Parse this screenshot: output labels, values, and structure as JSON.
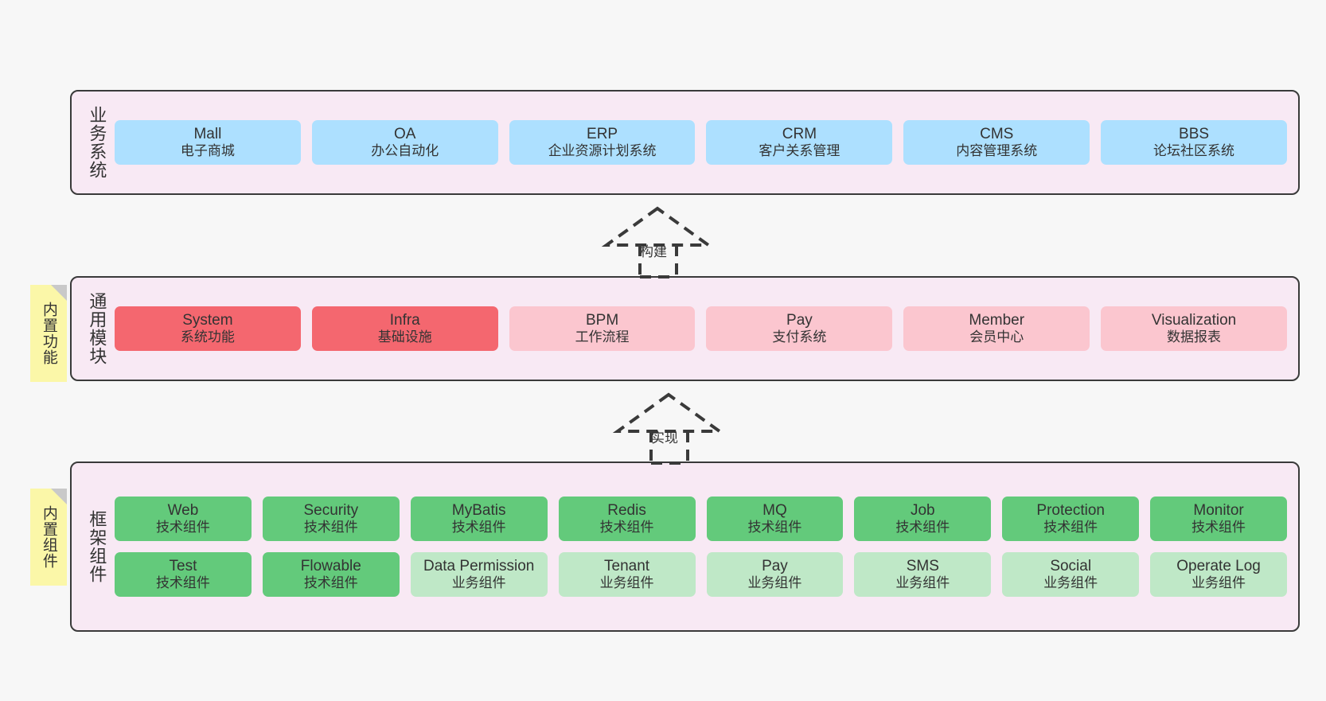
{
  "diagram": {
    "background_color": "#f7f7f7",
    "panel_color": "#f8e9f4",
    "panel_border_color": "#3a3a3a",
    "note_color": "#fbf7a8",
    "note_fold_color": "#c9c9c9"
  },
  "layers": [
    {
      "id": "business-system",
      "title": "业务系统",
      "rows": [
        {
          "cards": [
            {
              "en": "Mall",
              "cn": "电子商城",
              "color": "#ade0ff",
              "style": "blue"
            },
            {
              "en": "OA",
              "cn": "办公自动化",
              "color": "#ade0ff",
              "style": "blue"
            },
            {
              "en": "ERP",
              "cn": "企业资源计划系统",
              "color": "#ade0ff",
              "style": "blue"
            },
            {
              "en": "CRM",
              "cn": "客户关系管理",
              "color": "#ade0ff",
              "style": "blue"
            },
            {
              "en": "CMS",
              "cn": "内容管理系统",
              "color": "#ade0ff",
              "style": "blue"
            },
            {
              "en": "BBS",
              "cn": "论坛社区系统",
              "color": "#ade0ff",
              "style": "blue"
            }
          ]
        }
      ]
    },
    {
      "id": "common-module",
      "title": "通用模块",
      "note": "内置功能",
      "rows": [
        {
          "cards": [
            {
              "en": "System",
              "cn": "系统功能",
              "color": "#f4676f",
              "style": "red"
            },
            {
              "en": "Infra",
              "cn": "基础设施",
              "color": "#f4676f",
              "style": "red"
            },
            {
              "en": "BPM",
              "cn": "工作流程",
              "color": "#fbc6cf",
              "style": "pink"
            },
            {
              "en": "Pay",
              "cn": "支付系统",
              "color": "#fbc6cf",
              "style": "pink"
            },
            {
              "en": "Member",
              "cn": "会员中心",
              "color": "#fbc6cf",
              "style": "pink"
            },
            {
              "en": "Visualization",
              "cn": "数据报表",
              "color": "#fbc6cf",
              "style": "pink"
            }
          ]
        }
      ]
    },
    {
      "id": "framework-component",
      "title": "框架组件",
      "note": "内置组件",
      "rows": [
        {
          "cards": [
            {
              "en": "Web",
              "cn": "技术组件",
              "color": "#63ca7b",
              "style": "green"
            },
            {
              "en": "Security",
              "cn": "技术组件",
              "color": "#63ca7b",
              "style": "green"
            },
            {
              "en": "MyBatis",
              "cn": "技术组件",
              "color": "#63ca7b",
              "style": "green"
            },
            {
              "en": "Redis",
              "cn": "技术组件",
              "color": "#63ca7b",
              "style": "green"
            },
            {
              "en": "MQ",
              "cn": "技术组件",
              "color": "#63ca7b",
              "style": "green"
            },
            {
              "en": "Job",
              "cn": "技术组件",
              "color": "#63ca7b",
              "style": "green"
            },
            {
              "en": "Protection",
              "cn": "技术组件",
              "color": "#63ca7b",
              "style": "green"
            },
            {
              "en": "Monitor",
              "cn": "技术组件",
              "color": "#63ca7b",
              "style": "green"
            }
          ]
        },
        {
          "cards": [
            {
              "en": "Test",
              "cn": "技术组件",
              "color": "#63ca7b",
              "style": "green"
            },
            {
              "en": "Flowable",
              "cn": "技术组件",
              "color": "#63ca7b",
              "style": "green"
            },
            {
              "en": "Data Permission",
              "cn": "业务组件",
              "color": "#bfe8c7",
              "style": "greenlight"
            },
            {
              "en": "Tenant",
              "cn": "业务组件",
              "color": "#bfe8c7",
              "style": "greenlight"
            },
            {
              "en": "Pay",
              "cn": "业务组件",
              "color": "#bfe8c7",
              "style": "greenlight"
            },
            {
              "en": "SMS",
              "cn": "业务组件",
              "color": "#bfe8c7",
              "style": "greenlight"
            },
            {
              "en": "Social",
              "cn": "业务组件",
              "color": "#bfe8c7",
              "style": "greenlight"
            },
            {
              "en": "Operate Log",
              "cn": "业务组件",
              "color": "#bfe8c7",
              "style": "greenlight"
            }
          ]
        }
      ]
    }
  ],
  "connectors": [
    {
      "id": "build",
      "label": "构建",
      "from": "common-module",
      "to": "business-system"
    },
    {
      "id": "implement",
      "label": "实现",
      "from": "framework-component",
      "to": "common-module"
    }
  ]
}
